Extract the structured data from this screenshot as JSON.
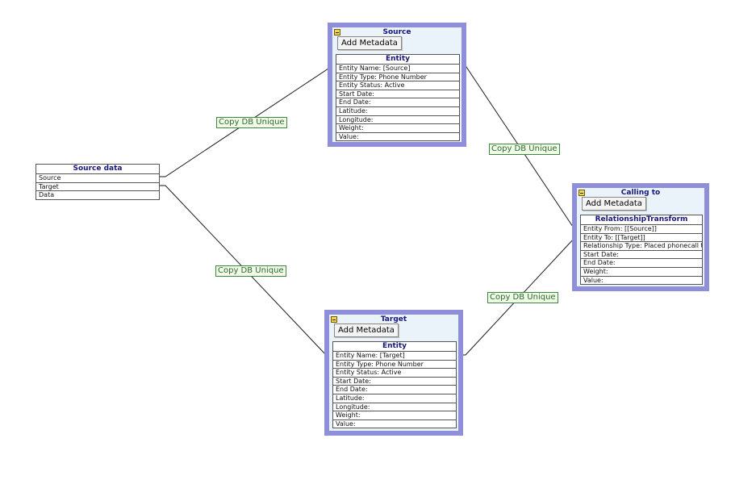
{
  "source_data": {
    "title": "Source data",
    "rows": [
      "Source",
      "Target",
      "Data"
    ]
  },
  "source": {
    "title": "Source",
    "add_metadata": "Add Metadata",
    "table_title": "Entity",
    "rows": [
      "Entity Name:  [Source]",
      "Entity Type:  Phone Number",
      "Entity Status:  Active",
      "Start Date:",
      "End Date:",
      "Latitude:",
      "Longitude:",
      "Weight:",
      "Value:"
    ]
  },
  "target": {
    "title": "Target",
    "add_metadata": "Add Metadata",
    "table_title": "Entity",
    "rows": [
      "Entity Name:  [Target]",
      "Entity Type:  Phone Number",
      "Entity Status:  Active",
      "Start Date:",
      "End Date:",
      "Latitude:",
      "Longitude:",
      "Weight:",
      "Value:"
    ]
  },
  "calling_to": {
    "title": "Calling to",
    "add_metadata": "Add Metadata",
    "table_title": "RelationshipTransform",
    "rows": [
      "Entity From:  [[Source]]",
      "Entity To:  [[Target]]",
      "Relationship Type:  Placed phonecall to",
      "Start Date:",
      "End Date:",
      "Weight:",
      "Value:"
    ]
  },
  "edge_labels": {
    "data_to_source": "Copy DB Unique",
    "data_to_target": "Copy DB Unique",
    "source_to_calling": "Copy DB Unique",
    "target_to_calling": "Copy DB Unique"
  },
  "colors": {
    "container_border": "#8e8fd8",
    "container_fill": "#eaf3fa",
    "header_text": "#16167e",
    "label_border": "#3b8a3b",
    "label_text": "#2a6b2a"
  }
}
